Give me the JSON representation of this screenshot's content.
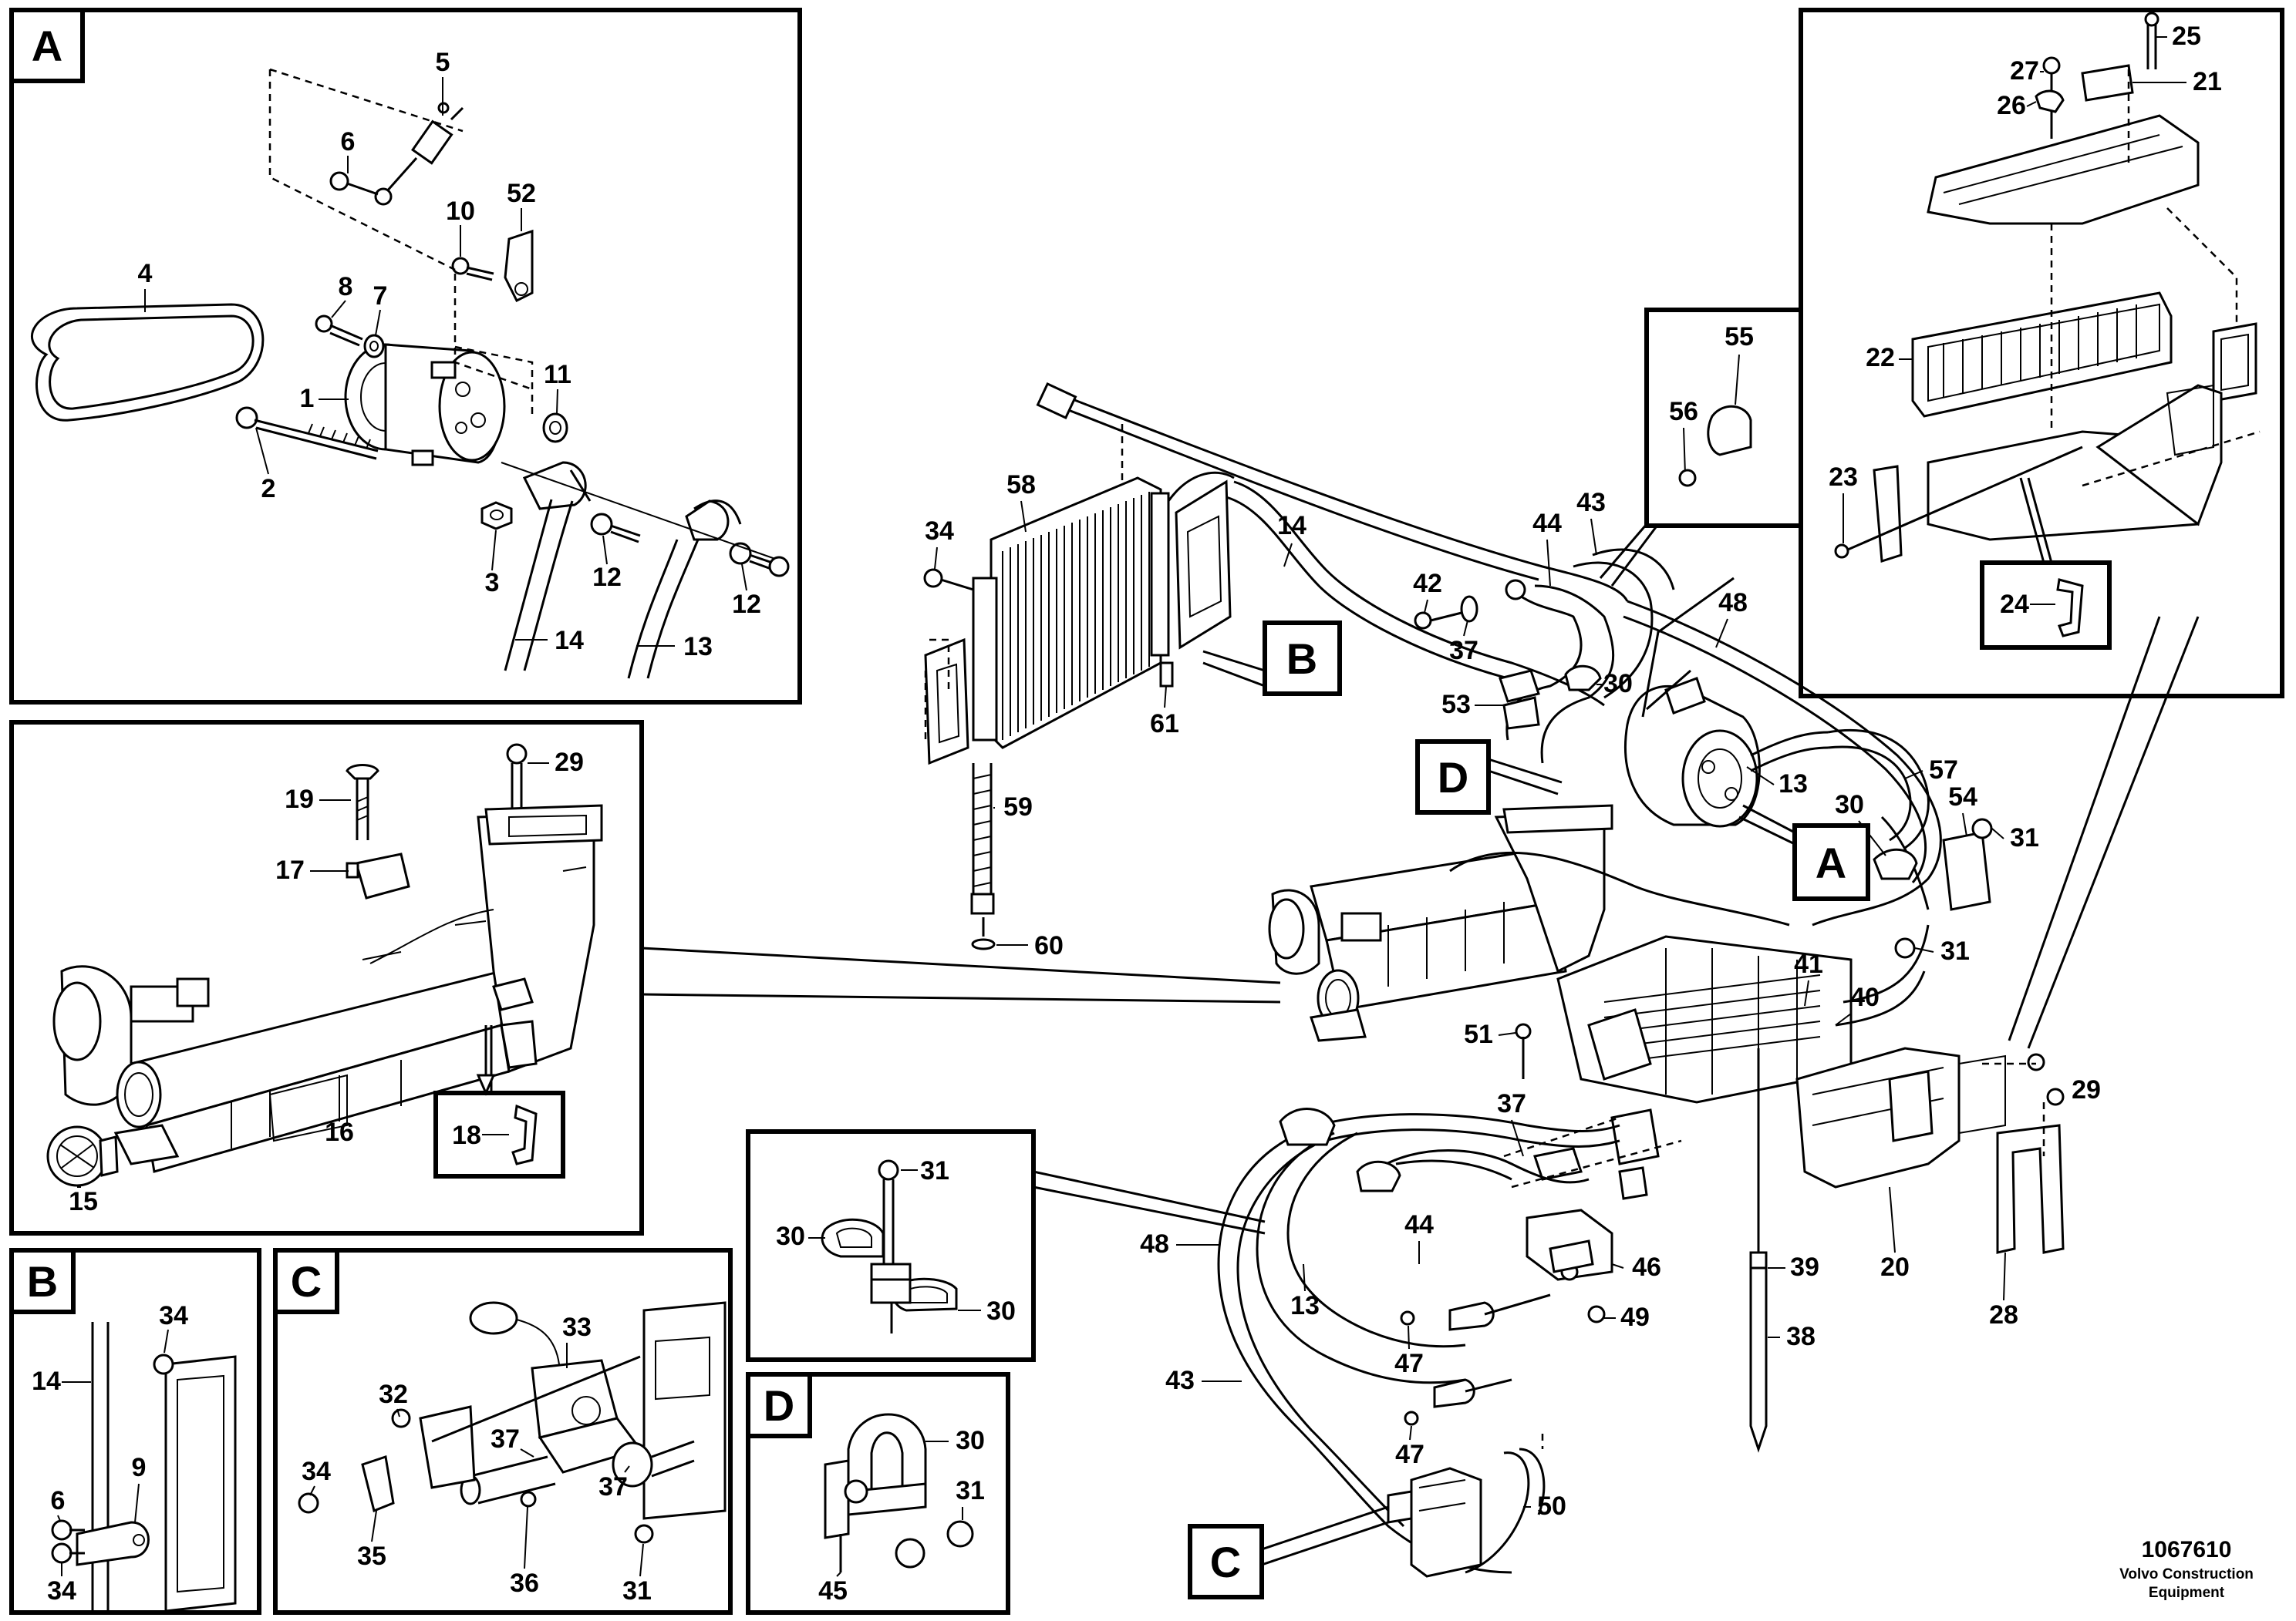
{
  "panels": {
    "A": "A",
    "B": "B",
    "C": "C",
    "D": "D"
  },
  "pointer_tags": {
    "B": "B",
    "D": "D",
    "A": "A",
    "C": "C"
  },
  "panel_a": {
    "c5": "5",
    "c6": "6",
    "c52": "52",
    "c10": "10",
    "c4": "4",
    "c8": "8",
    "c7": "7",
    "c11": "11",
    "c1": "1",
    "c2": "2",
    "c3": "3",
    "c12a": "12",
    "c12b": "12",
    "c14": "14",
    "c13": "13"
  },
  "panel_e": {
    "c29": "29",
    "c19": "19",
    "c17": "17",
    "c16": "16",
    "c15": "15",
    "c18": "18"
  },
  "panel_b": {
    "c34a": "34",
    "c14": "14",
    "c9": "9",
    "c6": "6",
    "c34b": "34"
  },
  "panel_c": {
    "c33": "33",
    "c32": "32",
    "c37a": "37",
    "c34": "34",
    "c35": "35",
    "c36": "36",
    "c37b": "37",
    "c31": "31"
  },
  "panel_clip": {
    "c31": "31",
    "c30a": "30",
    "c30b": "30"
  },
  "panel_d": {
    "c30": "30",
    "c31": "31",
    "c45": "45"
  },
  "panel_filter": {
    "c25": "25",
    "c27": "27",
    "c21": "21",
    "c26": "26",
    "c22": "22",
    "c23": "23",
    "c24": "24"
  },
  "main": {
    "c55": "55",
    "c56": "56",
    "c58": "58",
    "c34": "34",
    "c14": "14",
    "c44": "44",
    "c43": "43",
    "c42": "42",
    "c37a": "37",
    "c48a": "48",
    "c61": "61",
    "c53": "53",
    "c30a": "30",
    "c13a": "13",
    "c57": "57",
    "c59": "59",
    "c30b": "30",
    "c54": "54",
    "c31a": "31",
    "c31b": "31",
    "c60": "60",
    "c41": "41",
    "c40": "40",
    "c51": "51",
    "c37b": "37",
    "c29": "29",
    "c44b": "44",
    "c46": "46",
    "c48b": "48",
    "c13b": "13",
    "c39": "39",
    "c20": "20",
    "c47a": "47",
    "c49": "49",
    "c38": "38",
    "c28": "28",
    "c43b": "43",
    "c47b": "47",
    "c50": "50"
  },
  "footer": {
    "number": "1067610",
    "brand_line1": "Volvo Construction",
    "brand_line2": "Equipment"
  }
}
